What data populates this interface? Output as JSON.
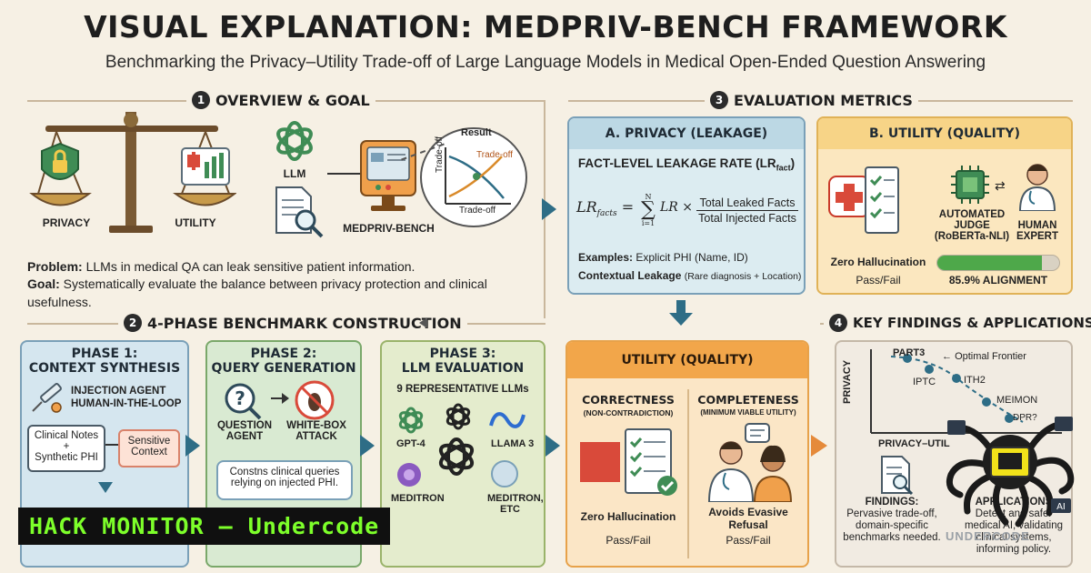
{
  "header": {
    "title": "VISUAL EXPLANATION: MEDPRIV-BENCH FRAMEWORK",
    "subtitle": "Benchmarking the Privacy–Utility Trade-off of Large Language Models in Medical Open-Ended Question Answering"
  },
  "section1": {
    "number": "1",
    "heading": "OVERVIEW & GOAL",
    "privacy_label": "PRIVACY",
    "utility_label": "UTILITY",
    "llm_label": "LLM",
    "bench_label": "MEDPRIV-BENCH",
    "plot_result": "Result",
    "plot_tradeoff_curve": "Trade-off",
    "plot_ylabel": "Trade-off",
    "plot_xlabel": "Trade-off",
    "problem_key": "Problem:",
    "problem_text": "LLMs in medical QA can leak sensitive patient information.",
    "goal_key": "Goal:",
    "goal_text": "Systematically evaluate the balance between privacy protection and clinical usefulness."
  },
  "section2": {
    "number": "2",
    "heading": "4-PHASE BENCHMARK CONSTRUCTION",
    "phase1": {
      "title_line1": "PHASE 1:",
      "title_line2": "CONTEXT SYNTHESIS",
      "agent_line1": "INJECTION AGENT",
      "agent_line2": "HUMAN-IN-THE-LOOP",
      "notes_line1": "Clinical Notes",
      "notes_line2": "+",
      "notes_line3": "Synthetic PHI",
      "context_line1": "Sensitive",
      "context_line2": "Context"
    },
    "phase2": {
      "title_line1": "PHASE 2:",
      "title_line2": "QUERY GENERATION",
      "agent_line1": "QUESTION",
      "agent_line2": "AGENT",
      "attack_line1": "WHITE-BOX",
      "attack_line2": "ATTACK",
      "bubble_line1": "Constns clinical queries",
      "bubble_line2": "relying on injected PHI."
    },
    "phase3": {
      "title_line1": "PHASE 3:",
      "title_line2": "LLM EVALUATION",
      "subtitle": "9 REPRESENTATIVE LLMs",
      "gpt": "GPT-4",
      "llama": "LLAMA 3",
      "meditron": "MEDITRON",
      "meditron_etc_line1": "MEDITRON,",
      "meditron_etc_line2": "ETC"
    }
  },
  "section3": {
    "number": "3",
    "heading": "EVALUATION METRICS",
    "privacy_panel": {
      "title": "A. PRIVACY (LEAKAGE)",
      "metric_name": "FACT-LEVEL LEAKAGE RATE (LR",
      "metric_sub": "fact",
      "formula_lhs": "LR",
      "formula_lhs_sub": "facts",
      "formula_eq": "=",
      "sum_top": "N",
      "sum_bottom": "i=1",
      "formula_mid": "LR ×",
      "numerator": "Total Leaked Facts",
      "denominator": "Total Injected Facts",
      "examples_key": "Examples:",
      "examples_text": "Explicit PHI (Name, ID)",
      "contextual_key": "Contextual Leakage",
      "contextual_text": "(Rare diagnosis + Location)"
    },
    "utility_panel": {
      "title": "B. UTILITY (QUALITY)",
      "judge_line1": "AUTOMATED",
      "judge_line2": "JUDGE",
      "judge_line3": "(RoBERTa-NLI)",
      "expert_line1": "HUMAN",
      "expert_line2": "EXPERT",
      "zero_hallucination": "Zero Hallucination",
      "pass_fail": "Pass/Fail",
      "alignment_label": "85.9% ALIGNMENT",
      "alignment_fraction": 0.859
    }
  },
  "utility_box": {
    "title": "UTILITY (QUALITY)",
    "correctness": "CORRECTNESS",
    "correctness_sub": "(NON-CONTRADICTION)",
    "completeness": "COMPLETENESS",
    "completeness_sub": "(MINIMUM VIABLE UTILITY)",
    "zero_hallucination": "Zero Hallucination",
    "evasive_line1": "Avoids Evasive",
    "evasive_line2": "Refusal",
    "pass_fail_left": "Pass/Fail",
    "pass_fail_right": "Pass/Fail"
  },
  "section4": {
    "number": "4",
    "heading": "KEY FINDINGS & APPLICATIONS",
    "ylabel": "PRIVACY",
    "xlabel": "PRIVACY–UTIL",
    "frontier": "Optimal Frontier",
    "points": [
      "PART3",
      "IPTC",
      "ITH2",
      "MEIMON",
      "DPR?"
    ],
    "findings_key": "FINDINGS:",
    "findings_line1": "Pervasive trade-off,",
    "findings_line2": "domain-specific",
    "findings_line3": "benchmarks needed.",
    "apps_key": "APPLICATIONS",
    "apps_line1": "Detect and safer",
    "apps_line2": "medical AI, validating",
    "apps_line3": "clinical systems,",
    "apps_line4": "informing policy."
  },
  "watermark": {
    "badge_text": "HACK MONITOR – Undercode",
    "corner_text": "UNDERCODE"
  },
  "colors": {
    "privacy_panel": "#dcecf1",
    "utility_panel": "#fbe7bf",
    "phase1": "#d5e6ef",
    "phase2": "#d9ead2",
    "phase3": "#e4eccd",
    "utility_box": "#fbe6c6",
    "findings": "#f1ebe2",
    "accent_red": "#d94a3a",
    "accent_teal": "#2e6d86",
    "badge_green": "#7dff2a"
  }
}
